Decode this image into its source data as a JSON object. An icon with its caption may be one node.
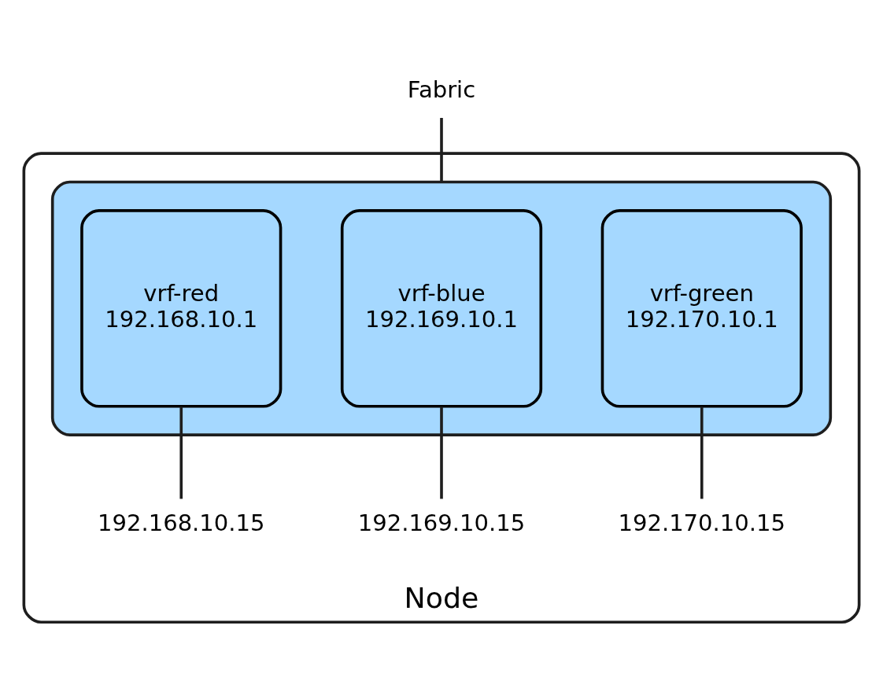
{
  "diagram": {
    "nodes": [
      {
        "text": [
          "Fabric"
        ]
      },
      {
        "text": [
          "Node"
        ]
      },
      {
        "text": [],
        "shape": "box",
        "in": 1
      },
      {
        "text": [
          "vrf-red",
          "192.168.10.1"
        ],
        "in": 2
      },
      {
        "text": [
          "vrf-blue",
          "192.169.10.1"
        ],
        "in": 2
      },
      {
        "text": [
          "vrf-green",
          "192.170.10.1"
        ],
        "in": 2
      },
      {
        "text": [
          "192.168.10.15"
        ],
        "in": 1
      },
      {
        "text": [
          "192.169.10.15"
        ],
        "in": 1
      },
      {
        "text": [
          "192.170.10.15"
        ],
        "in": 1
      }
    ],
    "edges": [
      {
        "from": 0,
        "to": 2,
        "arrow": "none"
      },
      {
        "from": 3,
        "to": 6,
        "arrow": "none"
      },
      {
        "from": 4,
        "to": 7,
        "arrow": "none"
      },
      {
        "from": 5,
        "to": 8,
        "arrow": "none"
      }
    ]
  }
}
